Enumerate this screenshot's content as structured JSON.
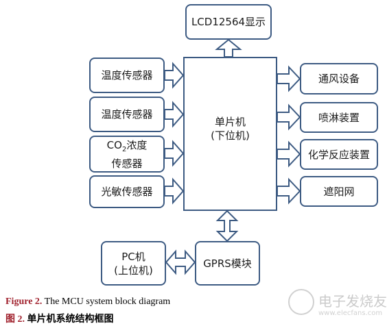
{
  "diagram": {
    "lcd": "LCD12564显示",
    "mcu": {
      "line1": "单片机",
      "line2": "(下位机)"
    },
    "sensors": {
      "temp1": "温度传感器",
      "temp2": "温度传感器",
      "co2": {
        "co": "CO",
        "sub": "2",
        "rest": "浓度",
        "line2": "传感器"
      },
      "light": "光敏传感器"
    },
    "outputs": {
      "ventilation": "通风设备",
      "sprinkler": "喷淋装置",
      "chemical": "化学反应装置",
      "sunshade": "遮阳网"
    },
    "pc": {
      "line1": "PC机",
      "line2": "(上位机)"
    },
    "gprs": "GPRS模块"
  },
  "caption": {
    "en_prefix": "Figure 2.",
    "en_text": " The MCU system block diagram",
    "cn_prefix": "图 2.",
    "cn_text": "  单片机系统结构框图"
  },
  "watermark": {
    "cn": "电子发烧友",
    "url": "www.elecfans.com"
  },
  "colors": {
    "border": "#3c5a82",
    "caption_prefix": "#a0202c"
  }
}
